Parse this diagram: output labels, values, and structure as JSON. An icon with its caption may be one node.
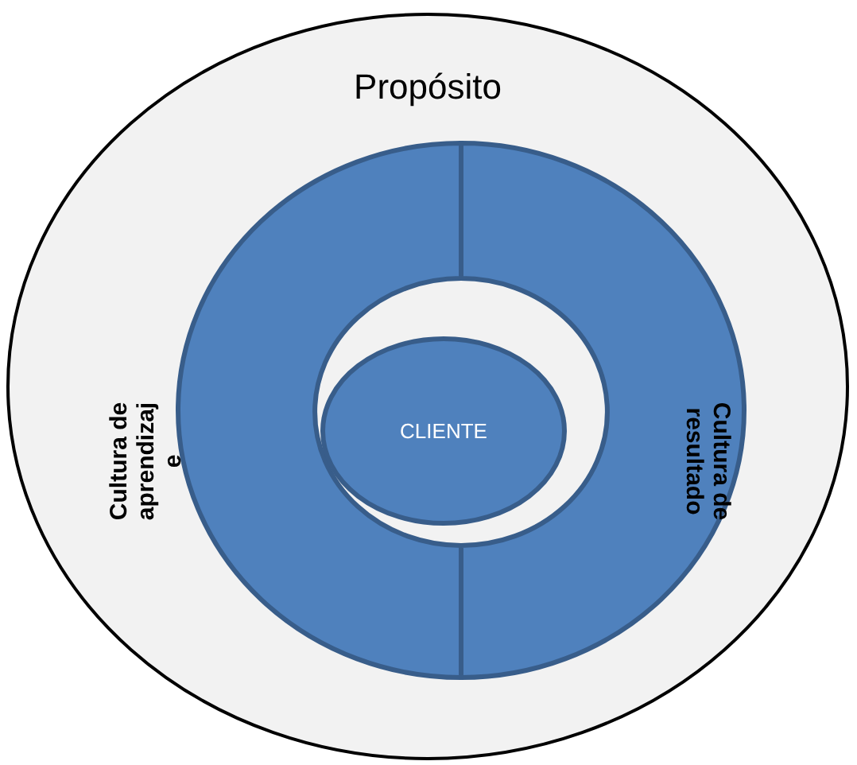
{
  "diagram": {
    "nodes": [
      {
        "text": [
          "Propósito"
        ]
      },
      {
        "text": [
          "Cultura de aprendizaj e"
        ],
        "in": 0
      },
      {
        "text": [
          "Cultura de resultado"
        ],
        "in": 0
      },
      {
        "text": [
          "CLIENTE"
        ],
        "in": 0
      }
    ],
    "edges": []
  }
}
